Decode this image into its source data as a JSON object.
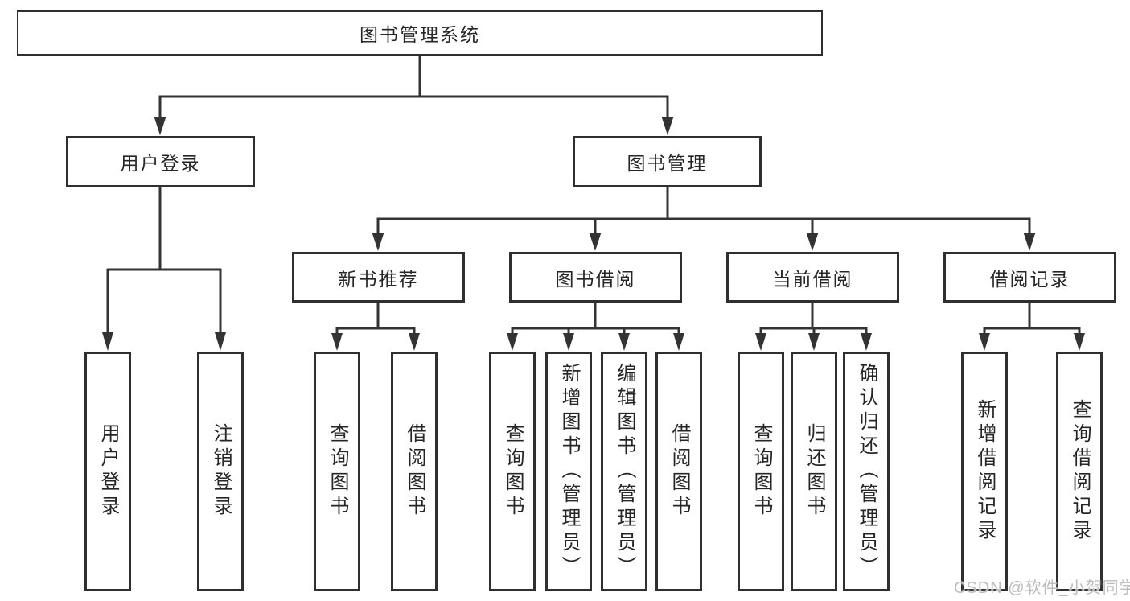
{
  "diagram": {
    "root": {
      "label": "图书管理系统"
    },
    "level2": [
      {
        "label": "用户登录"
      },
      {
        "label": "图书管理"
      }
    ],
    "level3": [
      {
        "label": "新书推荐"
      },
      {
        "label": "图书借阅"
      },
      {
        "label": "当前借阅"
      },
      {
        "label": "借阅记录"
      }
    ],
    "leaves": [
      {
        "label": "用户登录"
      },
      {
        "label": "注销登录"
      },
      {
        "label": "查询图书"
      },
      {
        "label": "借阅图书"
      },
      {
        "label": "查询图书"
      },
      {
        "label": "新增图书（管理员）"
      },
      {
        "label": "编辑图书（管理员）"
      },
      {
        "label": "借阅图书"
      },
      {
        "label": "查询图书"
      },
      {
        "label": "归还图书"
      },
      {
        "label": "确认归还（管理员）"
      },
      {
        "label": "新增借阅记录"
      },
      {
        "label": "查询借阅记录"
      }
    ]
  },
  "watermark": {
    "text": "CSDN @软件_小贺同学"
  },
  "colors": {
    "line": "#333333",
    "border": "#2f2f2f",
    "fill": "#ffffff",
    "text": "#262626",
    "watermark": "#bdbdbd"
  }
}
